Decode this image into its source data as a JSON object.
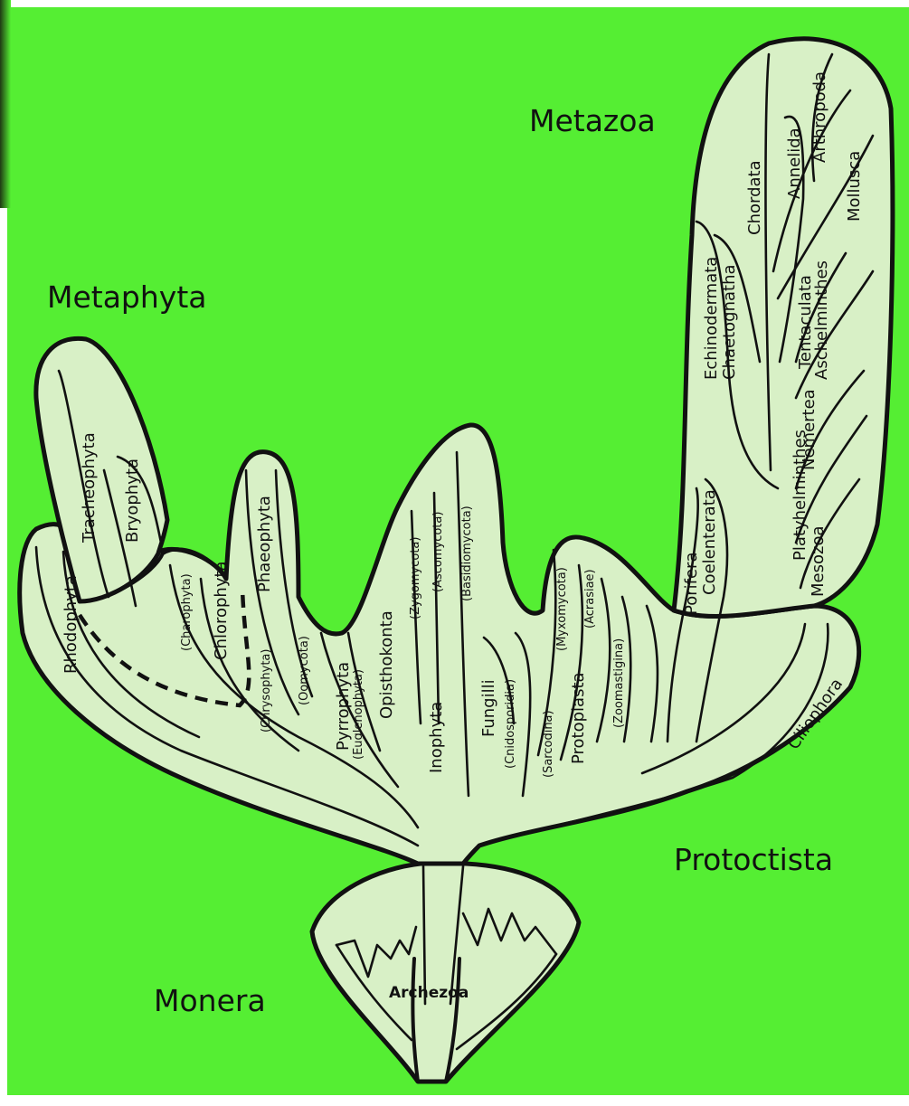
{
  "colors": {
    "background": "#55ee33",
    "fill": "#d8f0c6",
    "ink": "#111111"
  },
  "kingdoms": {
    "metazoa": "Metazoa",
    "metaphyta": "Metaphyta",
    "protoctista": "Protoctista",
    "monera": "Monera"
  },
  "metaphyta_phyla": [
    "Tracheophyta",
    "Bryophyta"
  ],
  "metazoa_phyla": [
    "Chordata",
    "Annelida",
    "Arthropoda",
    "Mollusca",
    "Echinodermata",
    "Chaetognatha",
    "Tentaculata",
    "Aschelminthes",
    "Nemertea",
    "Platyhelminthes",
    "Mesozoa",
    "Coelenterata",
    "Porifera"
  ],
  "protoctista_phyla": [
    "Rhodophyta",
    "(Charophyta)",
    "Chlorophyta",
    "Phaeophyta",
    "(Chrysophyta)",
    "(Oomycota)",
    "Pyrrophyta",
    "(Euglenophyta)",
    "Opisthokonta",
    "(Zygomycota)",
    "(Ascomycota)",
    "(Basidiomycota)",
    "Inophyta",
    "Fungilli",
    "(Cnidosporidia)",
    "(Sarcodina)",
    "(Myxomycota)",
    "(Acrasiae)",
    "Protoplasta",
    "(Zoomastigina)",
    "Ciliophora"
  ],
  "monera_label": "Archezoa"
}
